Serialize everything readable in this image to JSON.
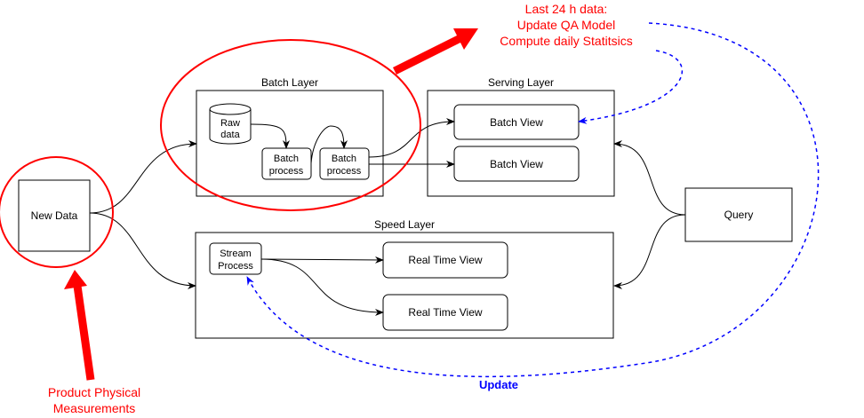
{
  "nodes": {
    "new_data": "New Data",
    "batch_layer": "Batch Layer",
    "raw_data_line1": "Raw",
    "raw_data_line2": "data",
    "batch_process_1_line1": "Batch",
    "batch_process_1_line2": "process",
    "batch_process_2_line1": "Batch",
    "batch_process_2_line2": "process",
    "serving_layer": "Serving Layer",
    "batch_view_1": "Batch View",
    "batch_view_2": "Batch View",
    "speed_layer": "Speed Layer",
    "stream_process_line1": "Stream",
    "stream_process_line2": "Process",
    "real_time_view_1": "Real Time View",
    "real_time_view_2": "Real Time View",
    "query": "Query"
  },
  "annotations": {
    "top_line1": "Last 24 h data:",
    "top_line2": "Update QA Model",
    "top_line3": "Compute daily Statitsics",
    "bottom_line1": "Product Physical",
    "bottom_line2": "Measurements",
    "update": "Update"
  },
  "colors": {
    "highlight": "#ff0000",
    "feedback": "#0000ff",
    "stroke": "#000000"
  }
}
